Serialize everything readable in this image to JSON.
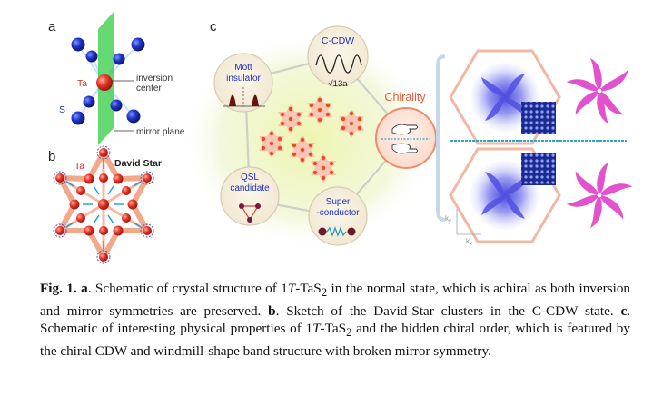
{
  "panels": {
    "a": {
      "label": "a",
      "ta": "Ta",
      "s": "S",
      "inversion_line1": "inversion",
      "inversion_line2": "center",
      "mirror": "mirror plane"
    },
    "b": {
      "label": "b",
      "ta": "Ta",
      "title": "David Star"
    },
    "c": {
      "label": "c",
      "ccdw": "C-CDW",
      "ccdw_formula": "√13a",
      "mott_line1": "Mott",
      "mott_line2": "insulator",
      "qsl_line1": "QSL",
      "qsl_line2": "candidate",
      "super_line1": "Super",
      "super_line2": "-conductor",
      "chirality": "Chirality",
      "ky": "k",
      "ky_sub": "y",
      "kx": "k",
      "kx_sub": "x"
    }
  },
  "caption": {
    "fig": "Fig. 1.",
    "a_label": "a",
    "a_text_1": ". Schematic of crystal structure of 1",
    "t": "T",
    "a_text_2": "-TaS",
    "sub2": "2",
    "a_text_3": " in the normal state, which is achiral as both inversion and mirror symmetries are preserved. ",
    "b_label": "b",
    "b_text": ". Sketch of the David-Star clusters in the C-CDW state. ",
    "c_label": "c",
    "c_text_1": ". Schematic of interesting physical properties of 1",
    "c_text_2": "-TaS",
    "c_text_3": " and the hidden chiral order, which is featured by the chiral CDW and windmill-shape band structure with broken mirror symmetry."
  },
  "colors": {
    "ta_red": "#e8352a",
    "s_blue": "#1f35c8",
    "mirror_green": "#33cc44",
    "cluster_red": "#e84a2a",
    "chirality_ring": "#f08a6a",
    "petal_magenta": "#e040c8"
  }
}
